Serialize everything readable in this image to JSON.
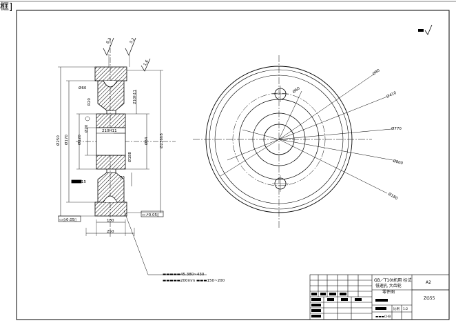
{
  "corner_label": "框]",
  "left_view": {
    "dim_bore_small": "Ø60",
    "dim_hole": "Ø120",
    "dim_small": "Ø20",
    "dim_key": "210H11",
    "dim_top_hub": "210h11",
    "dim_groove": "R20",
    "dim_hub_ring": "Ø84",
    "dim_outer_1": "Ø250",
    "dim_outer_2": "Ø170",
    "dim_right_outer": "Ø236h8",
    "dim_right_inner": "Ø188",
    "dim_bottom_num": "76",
    "dim_mid_num": "15",
    "dim_width_1": "180",
    "dim_width_2": "250",
    "tol_left": "▭◎0.05▯",
    "tol_right": "▭↗0.05▯",
    "leader_note_1": "▬▬▬▬▬45.380~430",
    "leader_note_2": "▬▬▬▬▬200mm ▬▬▬150~200"
  },
  "right_view": {
    "dim_1": "Ø80",
    "dim_2": "Ø60",
    "dim_3": "Ø410",
    "dim_4": "Ø770",
    "dim_5": "Ø800",
    "dim_6": "Ø180"
  },
  "roughness": {
    "top_left": "6.3",
    "top_right": "3.2",
    "top_right_2": "1.6",
    "corner": "▬ ▽"
  },
  "title_block": {
    "title_line1": "GB／T10t机用 标试",
    "title_line2": "低速孔 大齿轮",
    "title_line3": "零件图",
    "sheet_size": "A2",
    "drawing_no": "ZG55",
    "scale_label": "比例",
    "scale_value": "1:2",
    "code": "▬▬▬CHB"
  }
}
